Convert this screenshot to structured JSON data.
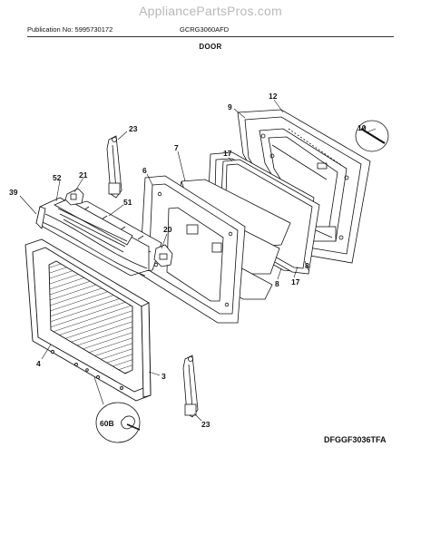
{
  "header": {
    "watermark": "AppliancePartsPros.com",
    "publication": "Publication No: 5995730172",
    "model": "GCRG3060AFD",
    "section": "DOOR"
  },
  "footer": {
    "diagram_code": "DFGGF3036TFA"
  },
  "callouts": {
    "c9": "9",
    "c12": "12",
    "c10": "10",
    "c23a": "23",
    "c7": "7",
    "c17a": "17",
    "c6": "6",
    "c21": "21",
    "c52": "52",
    "c51": "51",
    "c39": "39",
    "c20": "20",
    "c8a": "8",
    "c8b": "8",
    "c17b": "17",
    "c4": "4",
    "c3": "3",
    "c60b": "60B",
    "c23b": "23"
  }
}
